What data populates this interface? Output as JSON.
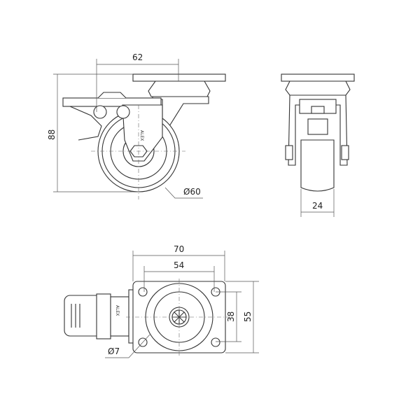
{
  "drawing": {
    "side_view": {
      "dim_width": "62",
      "dim_height": "88",
      "dim_wheel_diameter": "Ø60"
    },
    "front_view": {
      "dim_wheel_width": "24"
    },
    "top_view": {
      "dim_plate_width": "70",
      "dim_hole_spacing_x": "54",
      "dim_hole_spacing_y": "38",
      "dim_plate_depth": "55",
      "dim_hole_diameter": "Ø7"
    },
    "brand_mark": "ALEX"
  }
}
